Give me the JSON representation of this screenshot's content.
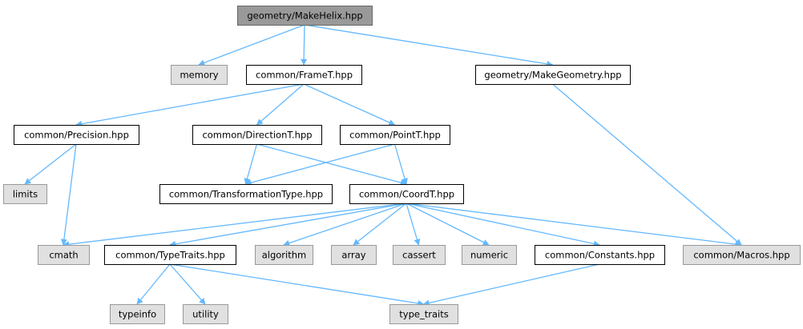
{
  "colors": {
    "edge": "#63b8ff",
    "root_fill": "#999999",
    "root_border": "#666666",
    "file_fill": "#ffffff",
    "file_border": "#000000",
    "external_fill": "#e0e0e0",
    "external_border": "#999999"
  },
  "nodes": [
    {
      "id": "n_makehelix",
      "label": "geometry/MakeHelix.hpp",
      "kind": "root"
    },
    {
      "id": "n_memory",
      "label": "memory",
      "kind": "external"
    },
    {
      "id": "n_framet",
      "label": "common/FrameT.hpp",
      "kind": "file"
    },
    {
      "id": "n_makegeometry",
      "label": "geometry/MakeGeometry.hpp",
      "kind": "file"
    },
    {
      "id": "n_precision",
      "label": "common/Precision.hpp",
      "kind": "file"
    },
    {
      "id": "n_directiont",
      "label": "common/DirectionT.hpp",
      "kind": "file"
    },
    {
      "id": "n_pointt",
      "label": "common/PointT.hpp",
      "kind": "file"
    },
    {
      "id": "n_limits",
      "label": "limits",
      "kind": "external"
    },
    {
      "id": "n_transformationtype",
      "label": "common/TransformationType.hpp",
      "kind": "file"
    },
    {
      "id": "n_coordt",
      "label": "common/CoordT.hpp",
      "kind": "file"
    },
    {
      "id": "n_cmath",
      "label": "cmath",
      "kind": "external"
    },
    {
      "id": "n_typetraits",
      "label": "common/TypeTraits.hpp",
      "kind": "file"
    },
    {
      "id": "n_algorithm",
      "label": "algorithm",
      "kind": "external"
    },
    {
      "id": "n_array",
      "label": "array",
      "kind": "external"
    },
    {
      "id": "n_cassert",
      "label": "cassert",
      "kind": "external"
    },
    {
      "id": "n_numeric",
      "label": "numeric",
      "kind": "external"
    },
    {
      "id": "n_constants",
      "label": "common/Constants.hpp",
      "kind": "file"
    },
    {
      "id": "n_macros",
      "label": "common/Macros.hpp",
      "kind": "external"
    },
    {
      "id": "n_typeinfo",
      "label": "typeinfo",
      "kind": "external"
    },
    {
      "id": "n_utility",
      "label": "utility",
      "kind": "external"
    },
    {
      "id": "n_type_traits",
      "label": "type_traits",
      "kind": "external"
    }
  ],
  "edges": [
    {
      "from": "n_makehelix",
      "to": "n_memory"
    },
    {
      "from": "n_makehelix",
      "to": "n_framet"
    },
    {
      "from": "n_makehelix",
      "to": "n_makegeometry"
    },
    {
      "from": "n_framet",
      "to": "n_precision"
    },
    {
      "from": "n_framet",
      "to": "n_directiont"
    },
    {
      "from": "n_framet",
      "to": "n_pointt"
    },
    {
      "from": "n_makegeometry",
      "to": "n_macros"
    },
    {
      "from": "n_precision",
      "to": "n_limits"
    },
    {
      "from": "n_precision",
      "to": "n_cmath"
    },
    {
      "from": "n_directiont",
      "to": "n_transformationtype"
    },
    {
      "from": "n_directiont",
      "to": "n_coordt"
    },
    {
      "from": "n_pointt",
      "to": "n_transformationtype"
    },
    {
      "from": "n_pointt",
      "to": "n_coordt"
    },
    {
      "from": "n_coordt",
      "to": "n_cmath"
    },
    {
      "from": "n_coordt",
      "to": "n_typetraits"
    },
    {
      "from": "n_coordt",
      "to": "n_algorithm"
    },
    {
      "from": "n_coordt",
      "to": "n_array"
    },
    {
      "from": "n_coordt",
      "to": "n_cassert"
    },
    {
      "from": "n_coordt",
      "to": "n_numeric"
    },
    {
      "from": "n_coordt",
      "to": "n_constants"
    },
    {
      "from": "n_coordt",
      "to": "n_macros"
    },
    {
      "from": "n_typetraits",
      "to": "n_typeinfo"
    },
    {
      "from": "n_typetraits",
      "to": "n_utility"
    },
    {
      "from": "n_typetraits",
      "to": "n_type_traits"
    },
    {
      "from": "n_constants",
      "to": "n_type_traits"
    }
  ]
}
